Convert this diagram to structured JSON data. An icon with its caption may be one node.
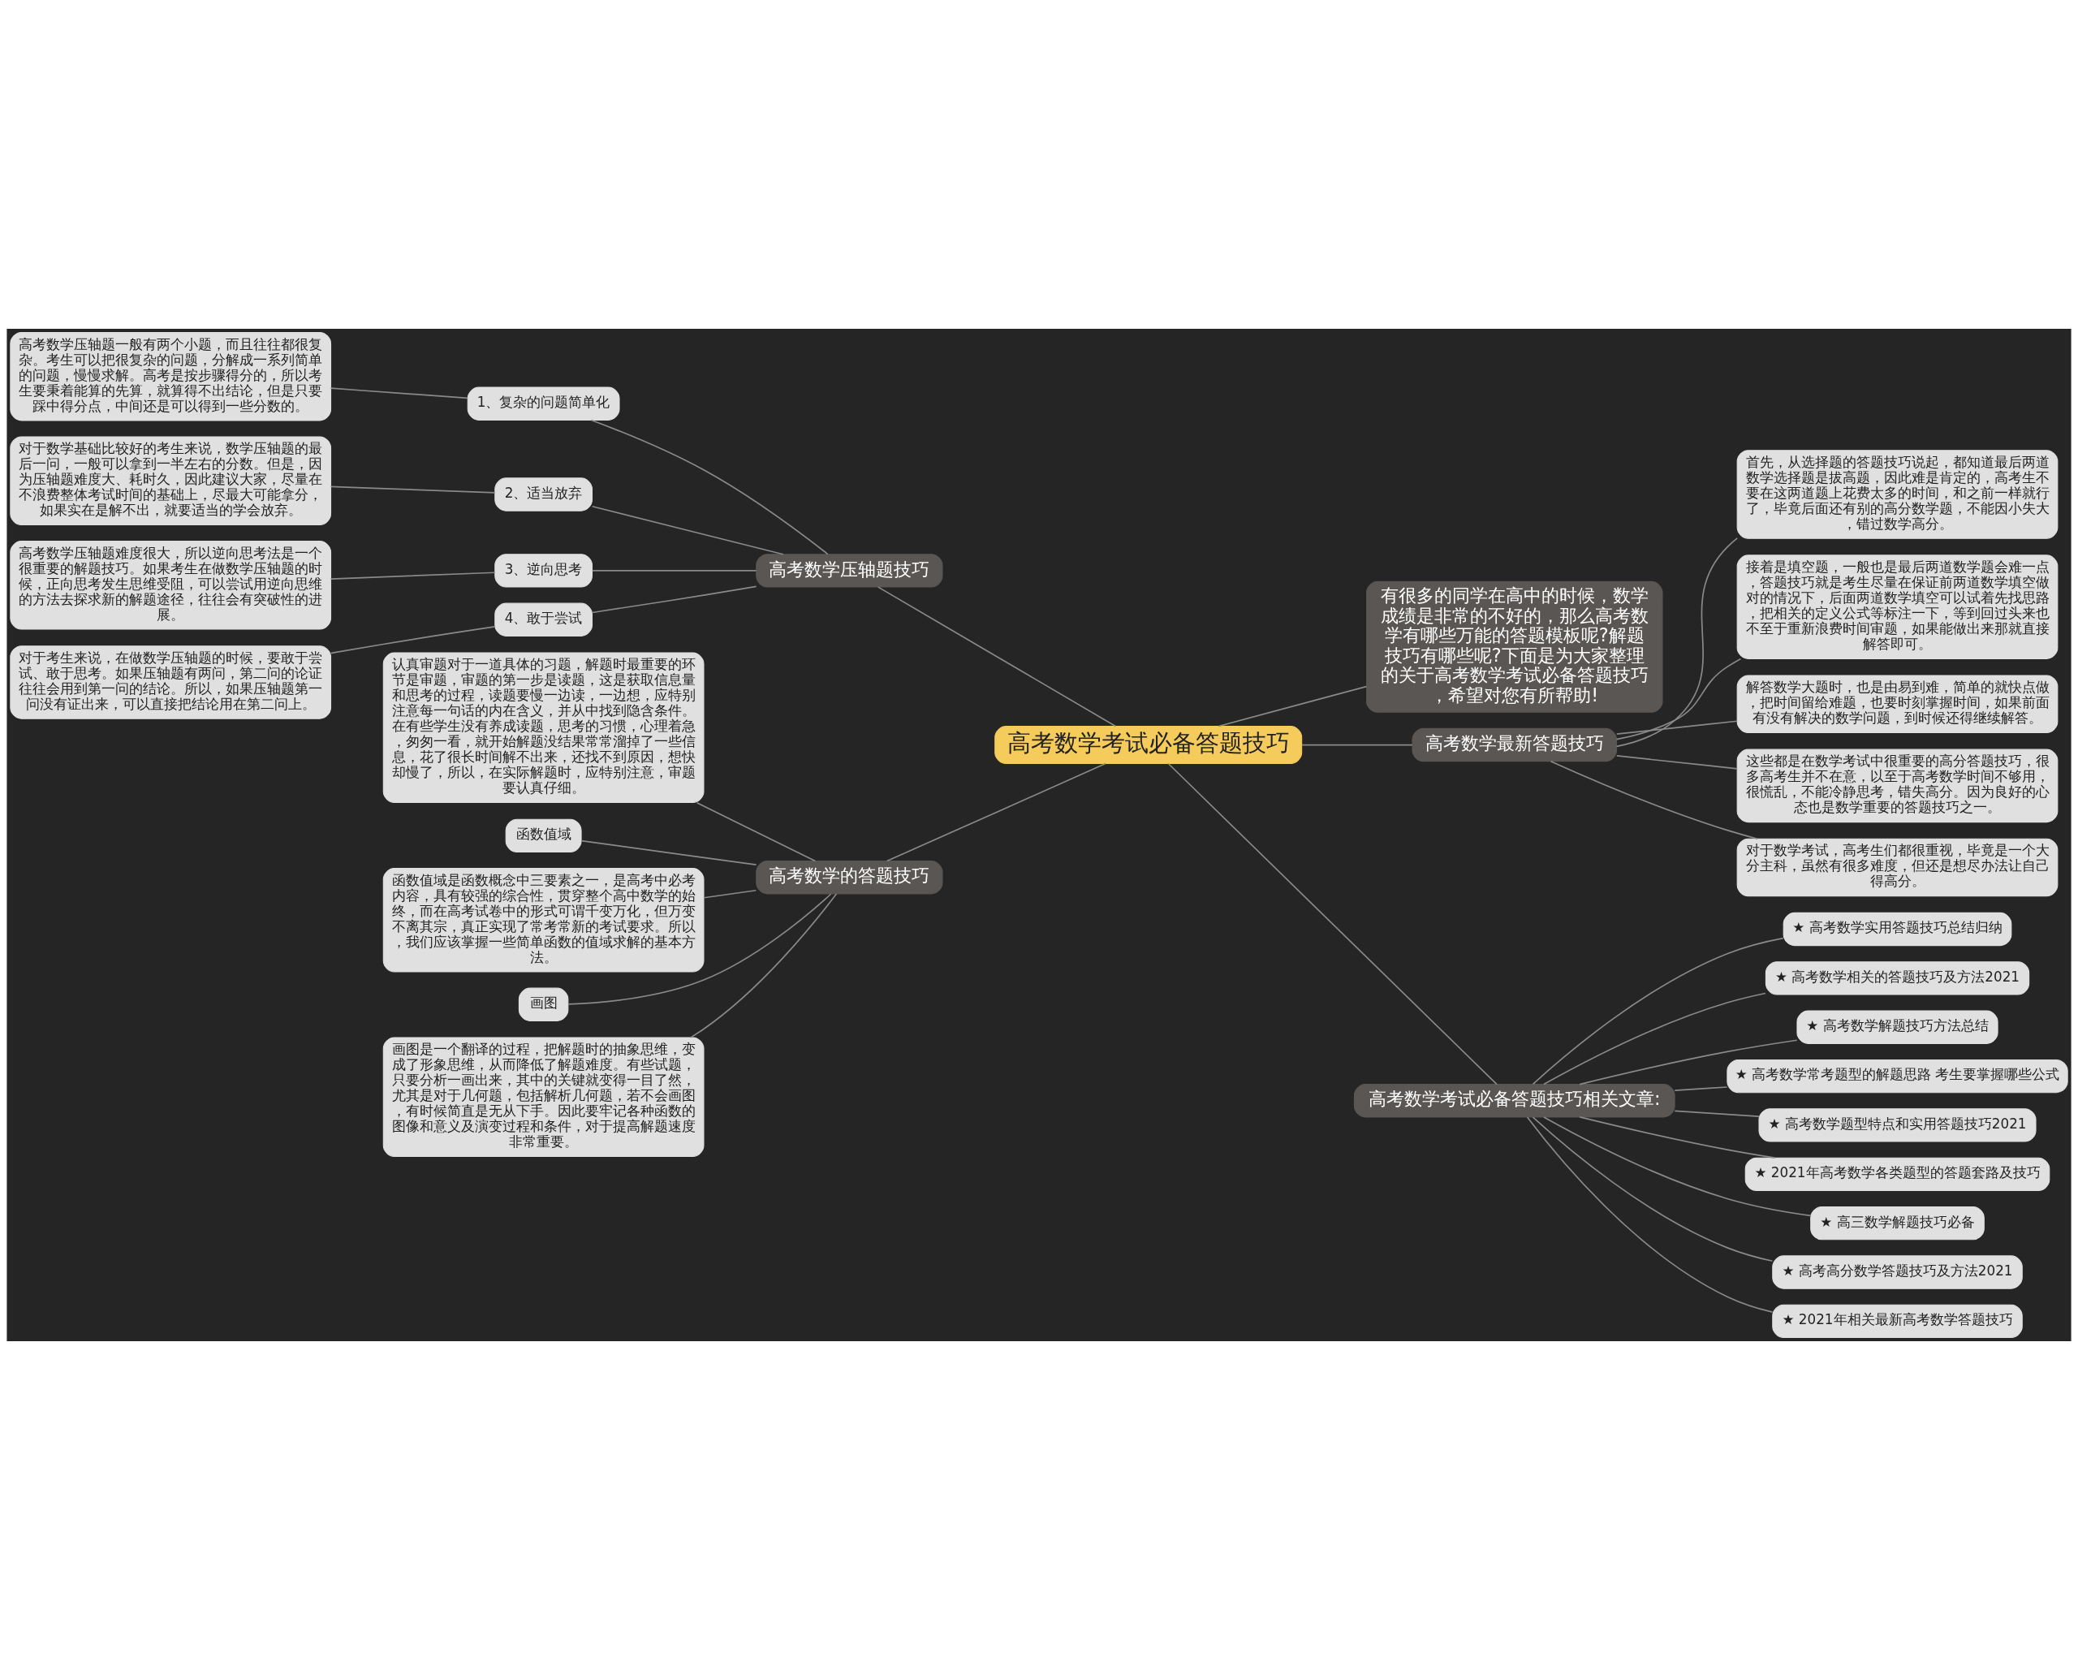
{
  "diagram": {
    "nodes": [
      {
        "text": [
          "高考数学考试必备答题技巧"
        ]
      },
      {
        "text": [
          "有很多的同学在高中的时候，数学成绩是非常的不好的，那么高考数学有哪些万能的答题模板呢?解题技巧有哪些呢?下面是为大家整理的关于高考数学考试必备答题技巧，希望对您有所帮助!"
        ]
      },
      {
        "text": [
          "高考数学压轴题技巧"
        ]
      },
      {
        "text": [
          "1、复杂的问题简单化"
        ]
      },
      {
        "text": [
          "高考数学压轴题一般有两个小题，而且往往都很复杂。考生可以把很复杂的问题，分解成一系列简单的问题，慢慢求解。高考是按步骤得分的，所以考生要秉着能算的先算，就算得不出结论，但是只要踩中得分点，中间还是可以得到一些分数的。"
        ]
      },
      {
        "text": [
          "2、适当放弃"
        ]
      },
      {
        "text": [
          "对于数学基础比较好的考生来说，数学压轴题的最后一问，一般可以拿到一半左右的分数。但是，因为压轴题难度大、耗时久，因此建议大家，尽量在不浪费整体考试时间的基础上，尽最大可能拿分，如果实在是解不出，就要适当的学会放弃。"
        ]
      },
      {
        "text": [
          "3、逆向思考"
        ]
      },
      {
        "text": [
          "高考数学压轴题难度很大，所以逆向思考法是一个很重要的解题技巧。如果考生在做数学压轴题的时候，正向思考发生思维受阻，可以尝试用逆向思维的方法去探求新的解题途径，往往会有突破性的进展。"
        ]
      },
      {
        "text": [
          "4、敢于尝试"
        ]
      },
      {
        "text": [
          "对于考生来说，在做数学压轴题的时候，要敢于尝试、敢于思考。如果压轴题有两问，第二问的论证往往会用到第一问的结论。所以，如果压轴题第一问没有证出来，可以直接把结论用在第二问上。"
        ]
      },
      {
        "text": [
          "高考数学的答题技巧"
        ]
      },
      {
        "text": [
          "认真审题对于一道具体的习题，解题时最重要的环节是审题，审题的第一步是读题，这是获取信息量和思考的过程，读题要慢一边读，一边想，应特别注意每一句话的内在含义，并从中找到隐含条件。在有些学生没有养成读题，思考的习惯，心理着急，匆匆一看，就开始解题没结果常常溜掉了一些信息，花了很长时间解不出来，还找不到原因，想快却慢了，所以，在实际解题时，应特别注意，审题要认真仔细。"
        ]
      },
      {
        "text": [
          "函数值域"
        ]
      },
      {
        "text": [
          "函数值域是函数概念中三要素之一，是高考中必考内容，具有较强的综合性，贯穿整个高中数学的始终，而在高考试卷中的形式可谓千变万化，但万变不离其宗，真正实现了常考常新的考试要求。所以，我们应该掌握一些简单函数的值域求解的基本方法。"
        ]
      },
      {
        "text": [
          "画图"
        ]
      },
      {
        "text": [
          "画图是一个翻译的过程，把解题时的抽象思维，变成了形象思维，从而降低了解题难度。有些试题，只要分析一画出来，其中的关键就变得一目了然，尤其是对于几何题，包括解析几何题，若不会画图，有时候简直是无从下手。因此要牢记各种函数的图像和意义及演变过程和条件，对于提高解题速度非常重要。"
        ]
      },
      {
        "text": [
          "高考数学最新答题技巧"
        ]
      },
      {
        "text": [
          "首先，从选择题的答题技巧说起，都知道最后两道数学选择题是拔高题，因此难是肯定的，高考生不要在这两道题上花费太多的时间，和之前一样就行了，毕竟后面还有别的高分数学题，不能因小失大，错过数学高分。"
        ]
      },
      {
        "text": [
          "接着是填空题，一般也是最后两道数学题会难一点，答题技巧就是考生尽量在保证前两道数学填空做对的情况下，后面两道数学填空可以试着先找思路，把相关的定义公式等标注一下，等到回过头来也不至于重新浪费时间审题，如果能做出来那就直接解答即可。"
        ]
      },
      {
        "text": [
          "解答数学大题时，也是由易到难，简单的就快点做，把时间留给难题，也要时刻掌握时间，如果前面有没有解决的数学问题，到时候还得继续解答。"
        ]
      },
      {
        "text": [
          "这些都是在数学考试中很重要的高分答题技巧，很多高考生并不在意，以至于高考数学时间不够用，很慌乱，不能冷静思考，错失高分。因为良好的心态也是数学重要的答题技巧之一。"
        ]
      },
      {
        "text": [
          "对于数学考试，高考生们都很重视，毕竟是一个大分主科，虽然有很多难度，但还是想尽办法让自己得高分。"
        ]
      },
      {
        "text": [
          "高考数学考试必备答题技巧相关文章:"
        ]
      },
      {
        "text": [
          "★ 高考数学实用答题技巧总结归纳"
        ]
      },
      {
        "text": [
          "★ 高考数学相关的答题技巧及方法2021"
        ]
      },
      {
        "text": [
          "★ 高考数学解题技巧方法总结"
        ]
      },
      {
        "text": [
          "★ 高考数学常考题型的解题思路 考生要掌握哪些公式"
        ]
      },
      {
        "text": [
          "★ 高考数学题型特点和实用答题技巧2021"
        ]
      },
      {
        "text": [
          "★ 2021年高考数学各类题型的答题套路及技巧"
        ]
      },
      {
        "text": [
          "★ 高三数学解题技巧必备"
        ]
      },
      {
        "text": [
          "★ 高考高分数学答题技巧及方法2021"
        ]
      },
      {
        "text": [
          "★ 2021年相关最新高考数学答题技巧"
        ]
      }
    ],
    "edges": [
      {
        "from": 0,
        "to": 1,
        "arrow": "none"
      },
      {
        "from": 2,
        "to": 0,
        "arrow": "none"
      },
      {
        "from": 3,
        "to": 2,
        "arrow": "none"
      },
      {
        "from": 4,
        "to": 3,
        "arrow": "none"
      },
      {
        "from": 5,
        "to": 2,
        "arrow": "none"
      },
      {
        "from": 6,
        "to": 5,
        "arrow": "none"
      },
      {
        "from": 7,
        "to": 2,
        "arrow": "none"
      },
      {
        "from": 8,
        "to": 7,
        "arrow": "none"
      },
      {
        "from": 9,
        "to": 2,
        "arrow": "none"
      },
      {
        "from": 10,
        "to": 9,
        "arrow": "none"
      },
      {
        "from": 11,
        "to": 0,
        "arrow": "none"
      },
      {
        "from": 12,
        "to": 11,
        "arrow": "none"
      },
      {
        "from": 13,
        "to": 11,
        "arrow": "none"
      },
      {
        "from": 14,
        "to": 11,
        "arrow": "none"
      },
      {
        "from": 15,
        "to": 11,
        "arrow": "none"
      },
      {
        "from": 16,
        "to": 11,
        "arrow": "none"
      },
      {
        "from": 0,
        "to": 17,
        "arrow": "none"
      },
      {
        "from": 17,
        "to": 18,
        "arrow": "none"
      },
      {
        "from": 17,
        "to": 19,
        "arrow": "none"
      },
      {
        "from": 17,
        "to": 20,
        "arrow": "none"
      },
      {
        "from": 17,
        "to": 21,
        "arrow": "none"
      },
      {
        "from": 17,
        "to": 22,
        "arrow": "none"
      },
      {
        "from": 0,
        "to": 23,
        "arrow": "none"
      },
      {
        "from": 23,
        "to": 24,
        "arrow": "none"
      },
      {
        "from": 23,
        "to": 25,
        "arrow": "none"
      },
      {
        "from": 23,
        "to": 26,
        "arrow": "none"
      },
      {
        "from": 23,
        "to": 27,
        "arrow": "none"
      },
      {
        "from": 23,
        "to": 28,
        "arrow": "none"
      },
      {
        "from": 23,
        "to": 29,
        "arrow": "none"
      },
      {
        "from": 23,
        "to": 30,
        "arrow": "none"
      },
      {
        "from": 23,
        "to": 31,
        "arrow": "none"
      },
      {
        "from": 23,
        "to": 32,
        "arrow": "none"
      }
    ]
  }
}
